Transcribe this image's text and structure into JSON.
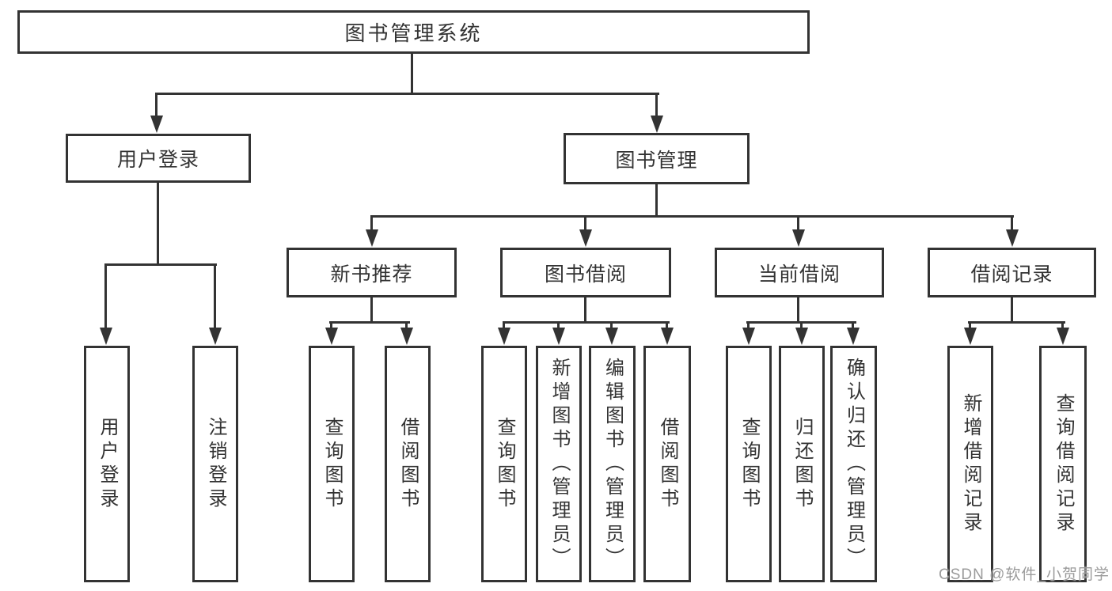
{
  "tree": {
    "label": "图书管理系统",
    "children": [
      {
        "label": "用户登录",
        "children": [
          {
            "label": "用户登录"
          },
          {
            "label": "注销登录"
          }
        ]
      },
      {
        "label": "图书管理",
        "children": [
          {
            "label": "新书推荐",
            "children": [
              {
                "label": "查询图书"
              },
              {
                "label": "借阅图书"
              }
            ]
          },
          {
            "label": "图书借阅",
            "children": [
              {
                "label": "查询图书"
              },
              {
                "label": "新增图书（管理员）"
              },
              {
                "label": "编辑图书（管理员）"
              },
              {
                "label": "借阅图书"
              }
            ]
          },
          {
            "label": "当前借阅",
            "children": [
              {
                "label": "查询图书"
              },
              {
                "label": "归还图书"
              },
              {
                "label": "确认归还（管理员）"
              }
            ]
          },
          {
            "label": "借阅记录",
            "children": [
              {
                "label": "新增借阅记录"
              },
              {
                "label": "查询借阅记录"
              }
            ]
          }
        ]
      }
    ]
  },
  "watermark": {
    "text": "CSDN @软件_小贺同学"
  },
  "colors": {
    "line": "#333333",
    "text": "#333333",
    "background": "#ffffff",
    "watermark": "#9b9b9b"
  }
}
